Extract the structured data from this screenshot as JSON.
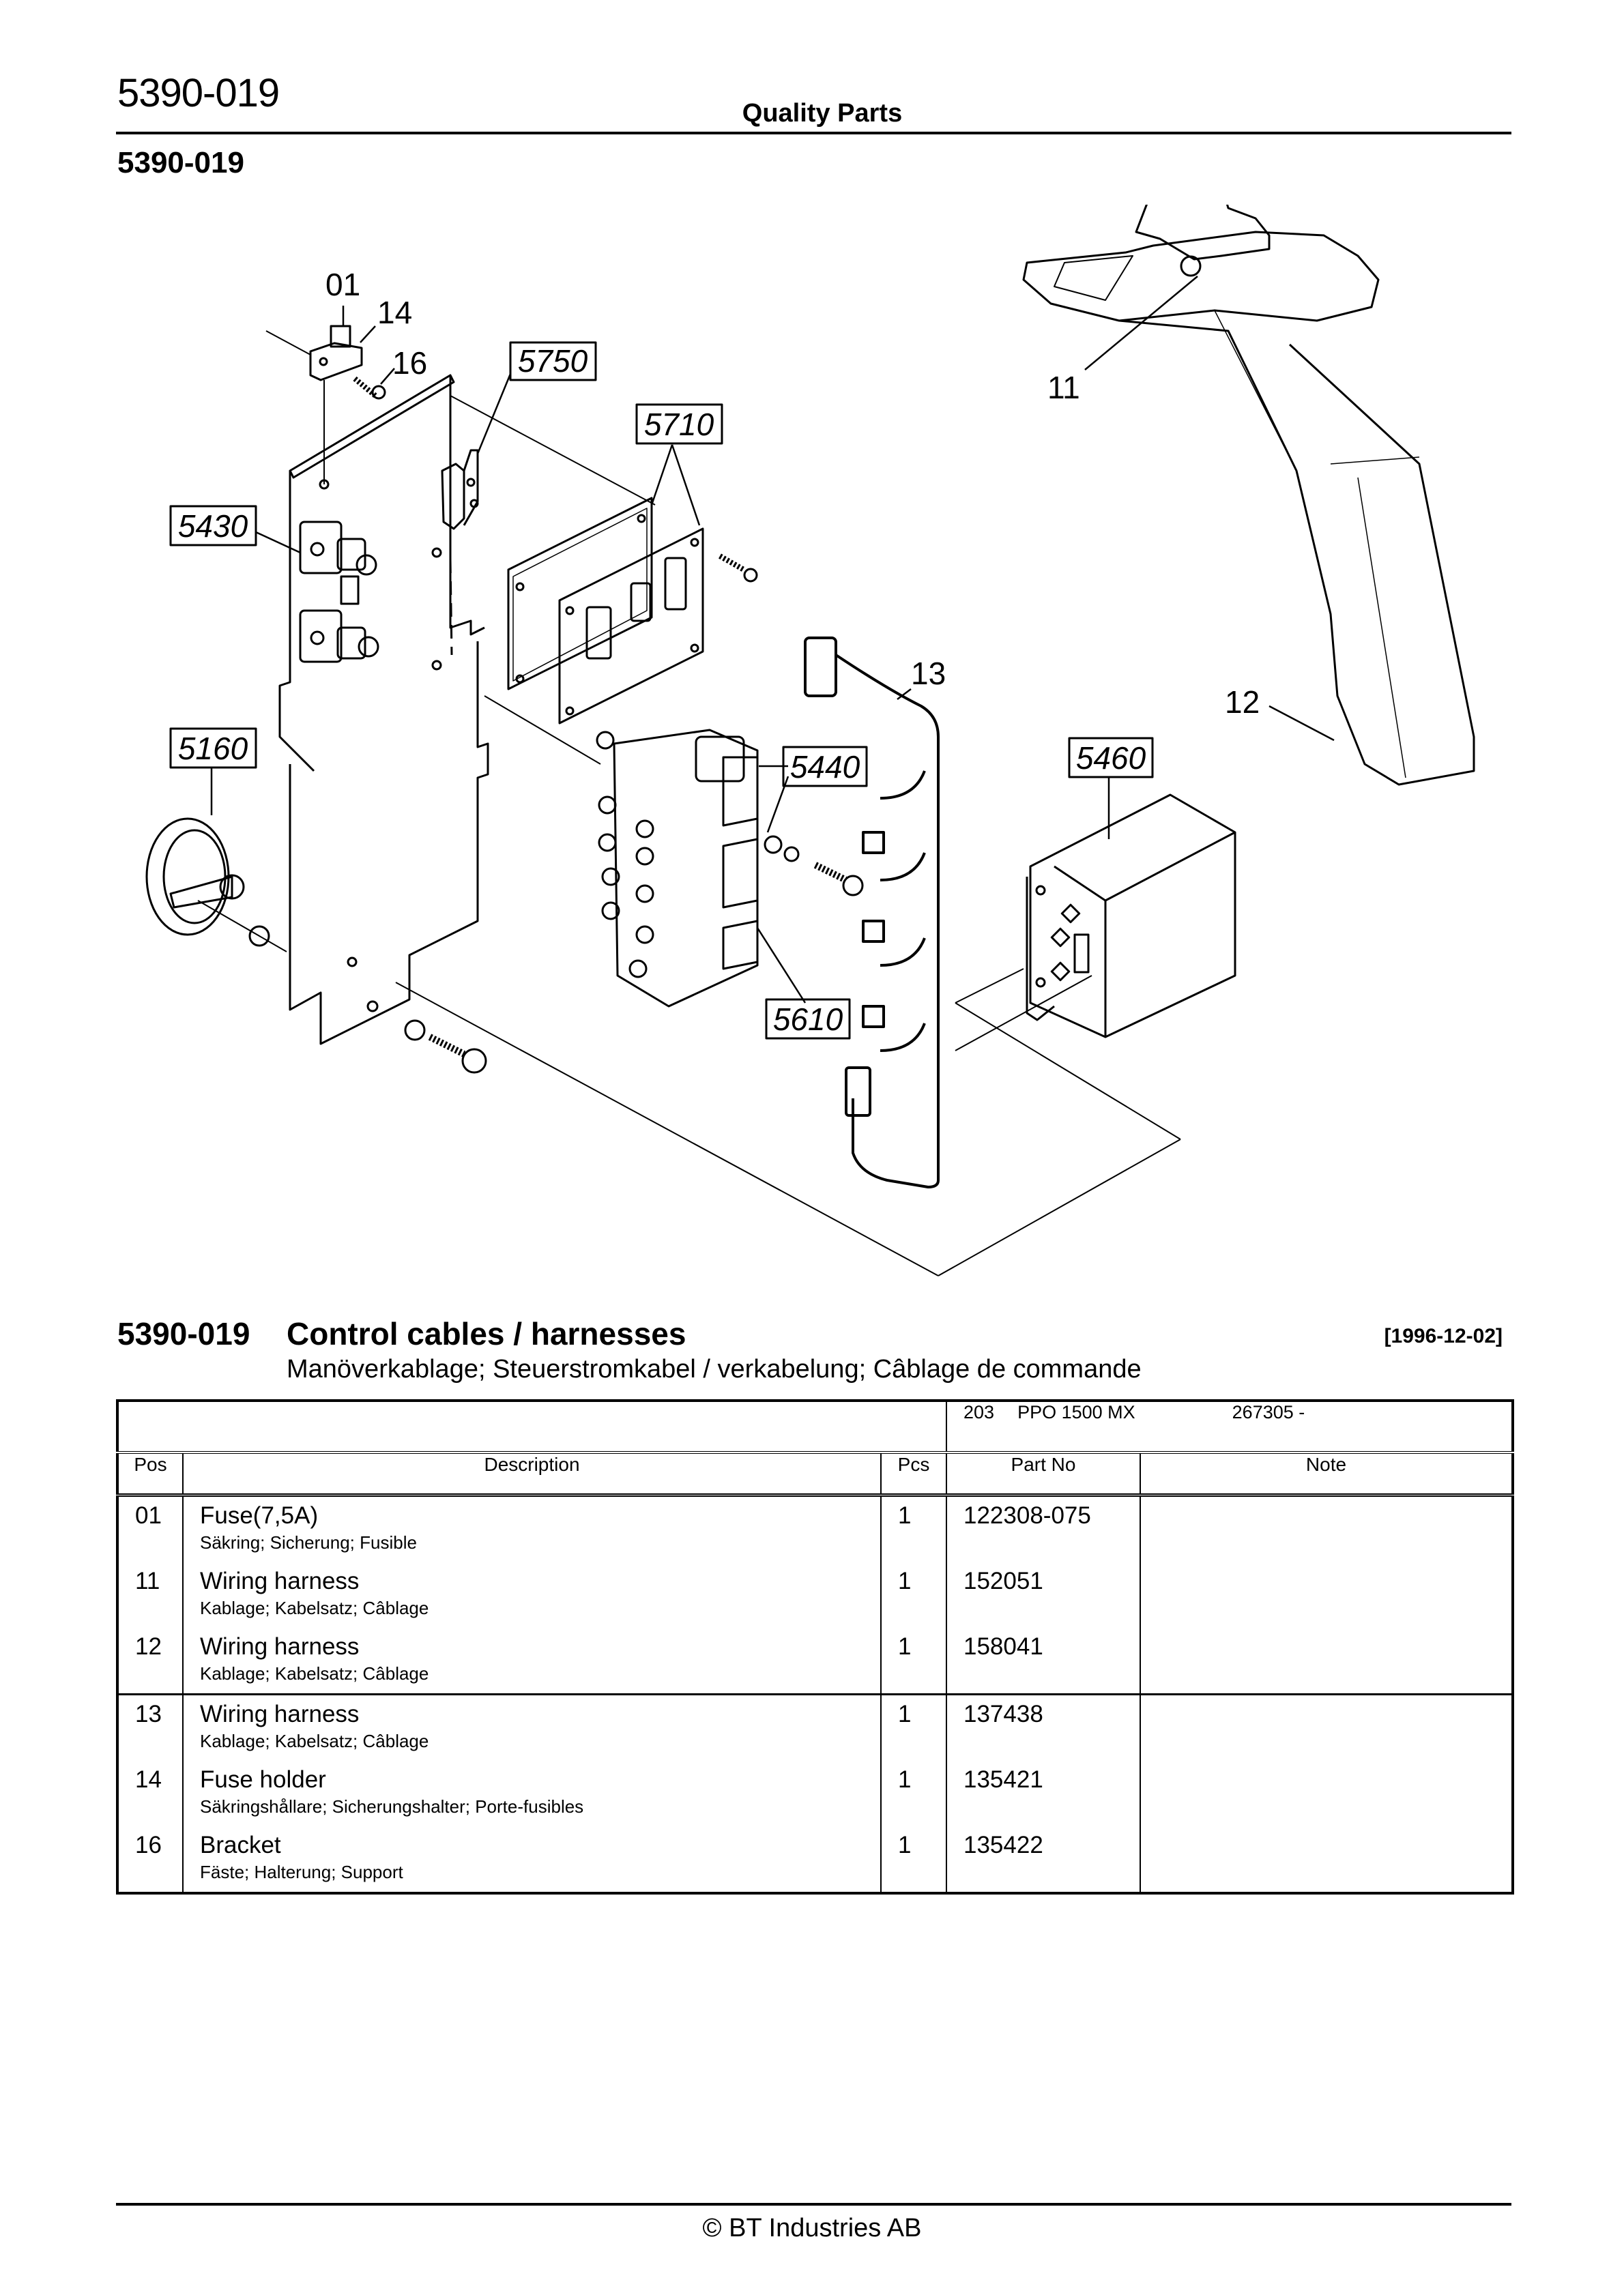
{
  "header": {
    "page_code": "5390-019",
    "brand": "Quality Parts"
  },
  "section": {
    "code": "5390-019"
  },
  "diagram": {
    "callouts": {
      "c01": "01",
      "c14": "14",
      "c16": "16",
      "c11": "11",
      "c12": "12",
      "c13": "13"
    },
    "references": {
      "r5750": "5750",
      "r5710": "5710",
      "r5430": "5430",
      "r5160": "5160",
      "r5440": "5440",
      "r5460": "5460",
      "r5610": "5610"
    }
  },
  "title": {
    "code": "5390-019",
    "name": "Control cables / harnesses",
    "date": "[1996-12-02]",
    "translations": "Manöverkablage; Steuerstromkabel / verkabelung; Câblage de commande"
  },
  "table": {
    "model": {
      "code": "203",
      "name": "PPO 1500 MX",
      "serial": "267305 -"
    },
    "columns": {
      "pos": "Pos",
      "description": "Description",
      "pcs": "Pcs",
      "part_no": "Part No",
      "note": "Note"
    },
    "rows": [
      {
        "pos": "01",
        "name": "Fuse(7,5A)",
        "translations": "Säkring; Sicherung; Fusible",
        "pcs": "1",
        "part_no": "122308-075",
        "note": ""
      },
      {
        "pos": "11",
        "name": "Wiring harness",
        "translations": "Kablage; Kabelsatz; Câblage",
        "pcs": "1",
        "part_no": "152051",
        "note": ""
      },
      {
        "pos": "12",
        "name": "Wiring harness",
        "translations": "Kablage; Kabelsatz; Câblage",
        "pcs": "1",
        "part_no": "158041",
        "note": ""
      },
      {
        "pos": "13",
        "name": "Wiring harness",
        "translations": "Kablage; Kabelsatz; Câblage",
        "pcs": "1",
        "part_no": "137438",
        "note": ""
      },
      {
        "pos": "14",
        "name": "Fuse holder",
        "translations": "Säkringshållare; Sicherungshalter; Porte-fusibles",
        "pcs": "1",
        "part_no": "135421",
        "note": ""
      },
      {
        "pos": "16",
        "name": "Bracket",
        "translations": "Fäste; Halterung; Support",
        "pcs": "1",
        "part_no": "135422",
        "note": ""
      }
    ]
  },
  "footer": {
    "copyright": "© BT Industries AB"
  }
}
